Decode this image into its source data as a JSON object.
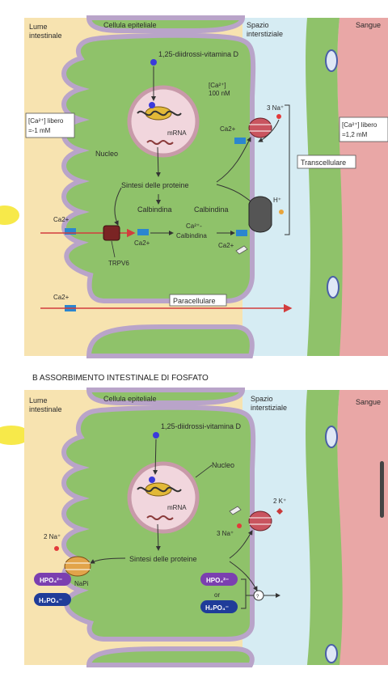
{
  "panel_a": {
    "lumen_label": "Lume\nintestinale",
    "cell_label": "Cellula epiteliale",
    "space_label": "Spazio\ninterstiziale",
    "blood_label": "Sangue",
    "vitd_label": "1,25-diidrossi-vitamina D",
    "ca_intra_label": "[Ca2+]\n100 nM",
    "ca_lumen_label": "[Ca2+] libero\n=-1 mM",
    "ca_blood_label": "[Ca2+] libero\n=1,2 mM",
    "mrna_label": "mRNA",
    "nucleus_label": "Nucleo",
    "synthesis_label": "Sintesi delle proteine",
    "calbindin_label": "Calbindina",
    "calbindin2_label": "Calbindina",
    "ca_calbindin_label": "Ca2+-\nCalbindina",
    "trpv6_label": "TRPV6",
    "na3_label": "3 Na+",
    "h_label": "H+",
    "transcellular_label": "Transcellulare",
    "paracellular_label": "Paracellulare",
    "ca_labels": [
      "Ca2+",
      "Ca2+",
      "Ca2+",
      "Ca2+",
      "Ca2+"
    ]
  },
  "panel_b": {
    "title": "B  ASSORBIMENTO INTESTINALE DI FOSFATO",
    "lumen_label": "Lume\nintestinale",
    "cell_label": "Cellula epiteliale",
    "space_label": "Spazio\ninterstiziale",
    "blood_label": "Sangue",
    "vitd_label": "1,25-diidrossi-vitamina D",
    "nucleus_label": "Nucleo",
    "mrna_label": "mRNA",
    "synthesis_label": "Sintesi delle proteine",
    "na2_label": "2 Na+",
    "napi_label": "NaPi",
    "na3_label": "3 Na+",
    "k2_label": "2 K+",
    "hpo4_label": "HPO42-",
    "h2po4_label": "H2PO4-",
    "hpo4_right_label": "HPO42-",
    "or_label": "or",
    "h2po4_right_label": "H2PO4-",
    "question_mark": "?"
  },
  "colors": {
    "lumen": "#f7e3b0",
    "cell": "#8fc26a",
    "cell_light": "#c2dca0",
    "membrane": "#b9a4c9",
    "interstitial": "#d6ecf3",
    "blood": "#e9a7a6",
    "pill_purple": "#7b3fb0",
    "pill_blue": "#1f3c99",
    "calcium": "#2b86cf",
    "red_arrow": "#d23d3d",
    "highlight": "#f7e94a"
  }
}
